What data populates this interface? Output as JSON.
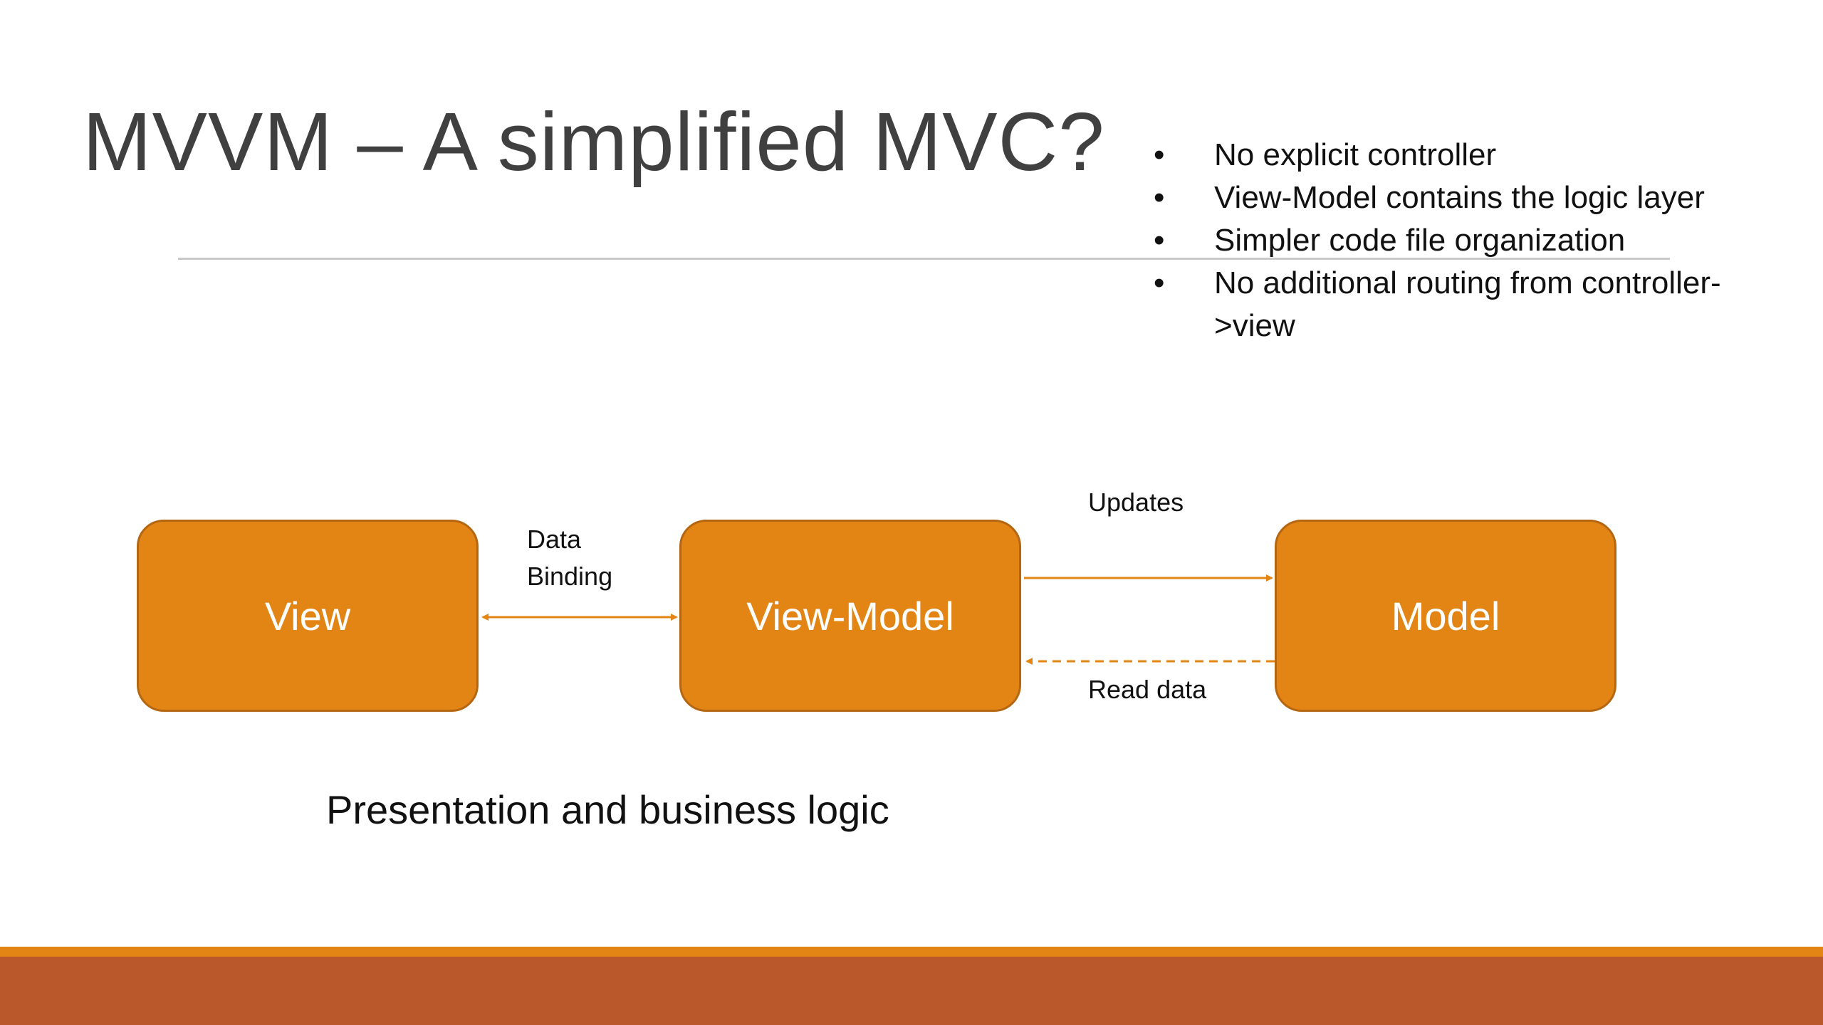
{
  "slide": {
    "title": "MVVM – A simplified MVC?",
    "bullets": [
      "No explicit controller",
      "View-Model contains the logic layer",
      "Simpler code file organization",
      "No additional routing from controller->view"
    ],
    "caption": "Presentation and business logic"
  },
  "diagram": {
    "nodes": {
      "view": "View",
      "view_model": "View-Model",
      "model": "Model"
    },
    "edges": {
      "data_binding_line1": "Data",
      "data_binding_line2": "Binding",
      "updates": "Updates",
      "read_data": "Read data"
    }
  },
  "colors": {
    "node_fill": "#e28515",
    "node_border": "#b56611",
    "arrow": "#e28515",
    "footer_accent": "#e28515",
    "footer_bar": "#bb582b"
  }
}
